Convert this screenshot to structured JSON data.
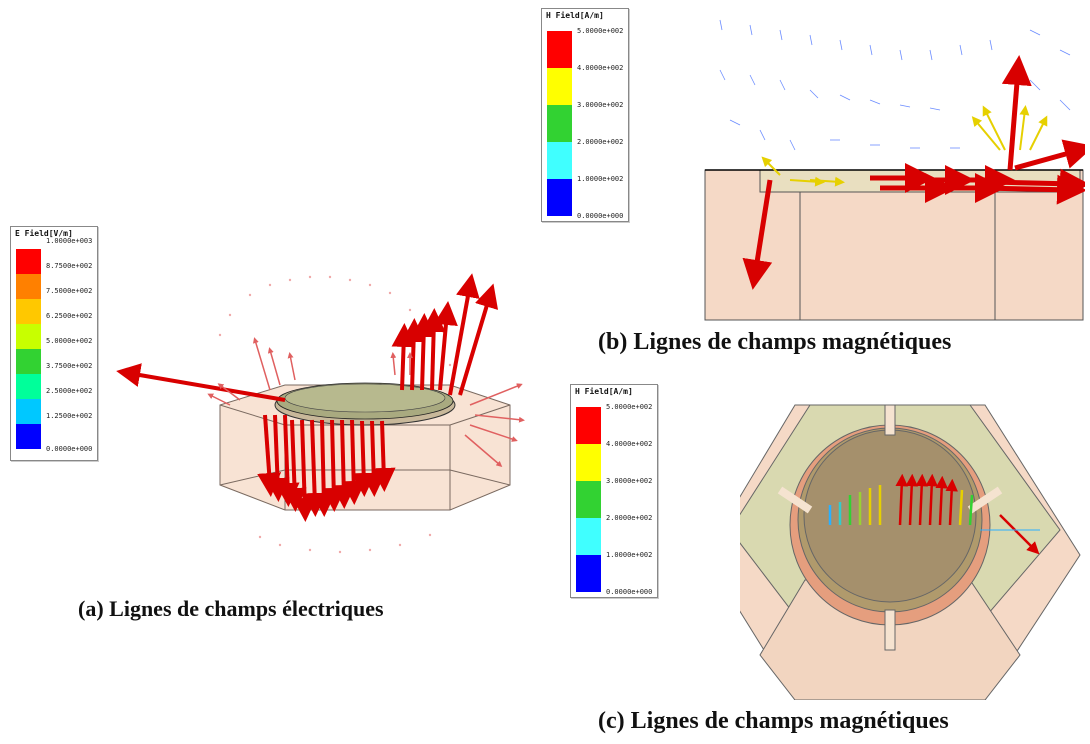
{
  "figures": [
    {
      "id": "a",
      "caption": "(a) Lignes de champs électriques",
      "legend": {
        "title": "E Field[V/m]",
        "labels": [
          "1.0000e+003",
          "8.7500e+002",
          "7.5000e+002",
          "6.2500e+002",
          "5.0000e+002",
          "3.7500e+002",
          "2.5000e+002",
          "1.2500e+002",
          "0.0000e+000"
        ],
        "colors": [
          "#ff0000",
          "#ff8000",
          "#ffc800",
          "#c8ff00",
          "#32d232",
          "#00ff9a",
          "#00c8ff",
          "#1e8cff",
          "#0000ff"
        ]
      }
    },
    {
      "id": "b",
      "caption": "(b) Lignes de champs magnétiques",
      "legend": {
        "title": "H Field[A/m]",
        "labels": [
          "5.0000e+002",
          "4.0000e+002",
          "3.0000e+002",
          "2.0000e+002",
          "1.0000e+002",
          "0.0000e+000"
        ],
        "colors": [
          "#ff0000",
          "#ffff00",
          "#32d232",
          "#40ffff",
          "#0000ff"
        ]
      }
    },
    {
      "id": "c",
      "caption": "(c) Lignes de champs magnétiques",
      "legend": {
        "title": "H Field[A/m]",
        "labels": [
          "5.0000e+002",
          "4.0000e+002",
          "3.0000e+002",
          "2.0000e+002",
          "1.0000e+002",
          "0.0000e+000"
        ],
        "colors": [
          "#ff0000",
          "#ffff00",
          "#32d232",
          "#40ffff",
          "#0000ff"
        ]
      }
    }
  ]
}
